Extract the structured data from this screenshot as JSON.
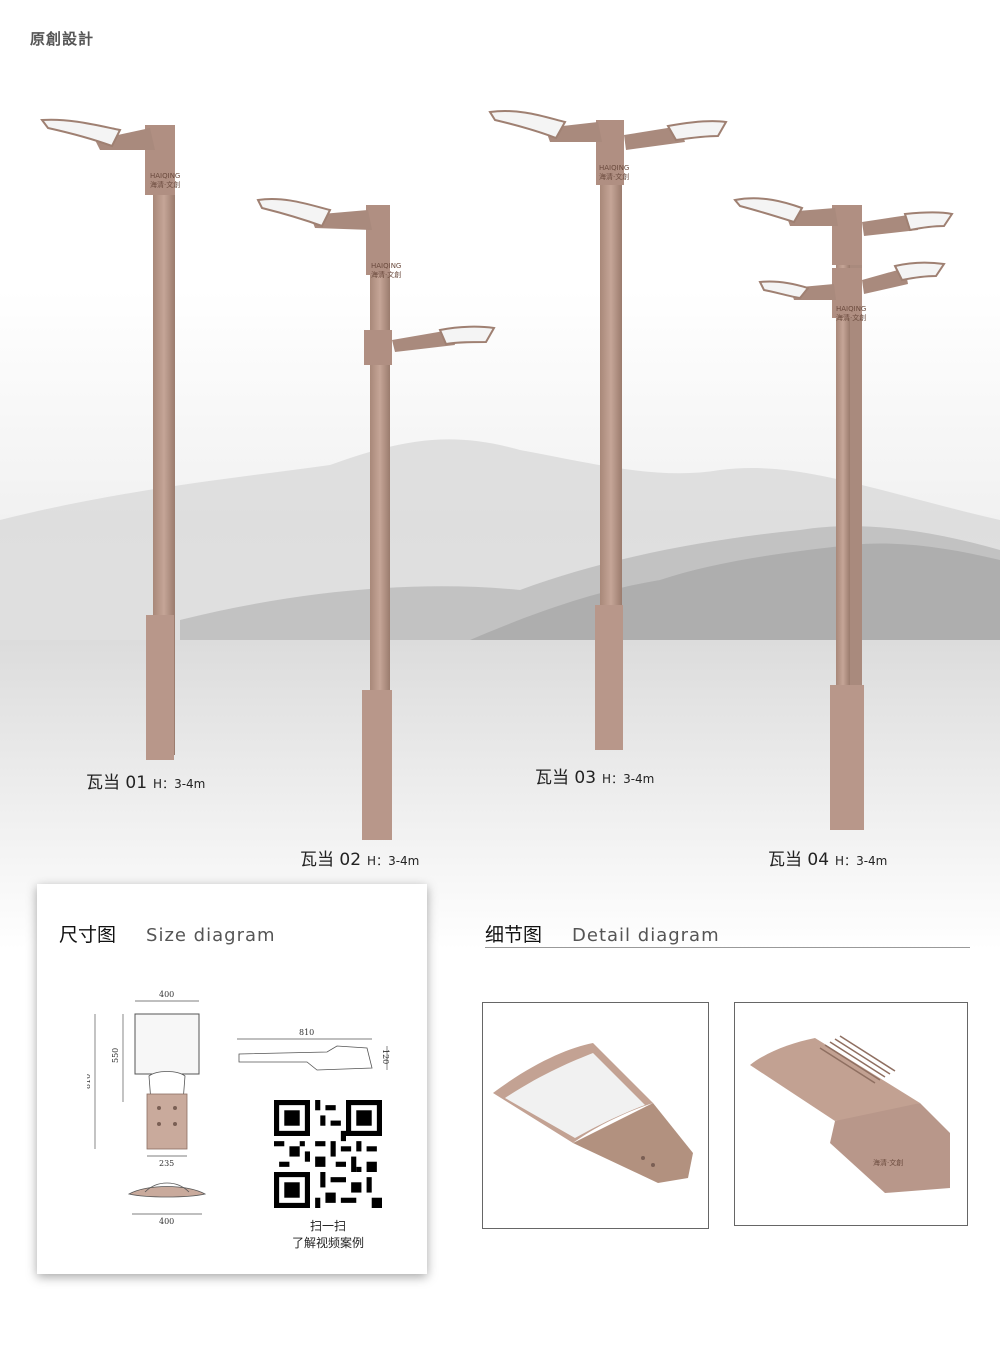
{
  "header": {
    "label": "原創設計"
  },
  "poles": [
    {
      "model": "瓦当 01",
      "height": "H：3-4m"
    },
    {
      "model": "瓦当 02",
      "height": "H：3-4m"
    },
    {
      "model": "瓦当 03",
      "height": "H：3-4m"
    },
    {
      "model": "瓦当 04",
      "height": "H：3-4m"
    }
  ],
  "brand_mark": {
    "name": "HAIQING",
    "cn": "海清·文創"
  },
  "size_section": {
    "title": "尺寸图",
    "subtitle": "Size diagram",
    "dims": {
      "top_width": "400",
      "head_height": "550",
      "total_height": "810",
      "base_width": "235",
      "bottom_width": "400",
      "arm_length": "810",
      "arm_height": "120"
    }
  },
  "qr": {
    "line1": "扫一扫",
    "line2": "了解视频案例"
  },
  "detail_section": {
    "title": "细节图",
    "subtitle": "Detail diagram"
  },
  "colors": {
    "pole": "#bb9a8c",
    "pole_shadow": "#a07f72",
    "lamp_panel": "#f3f3f3",
    "mist": "#e4e4e4"
  }
}
